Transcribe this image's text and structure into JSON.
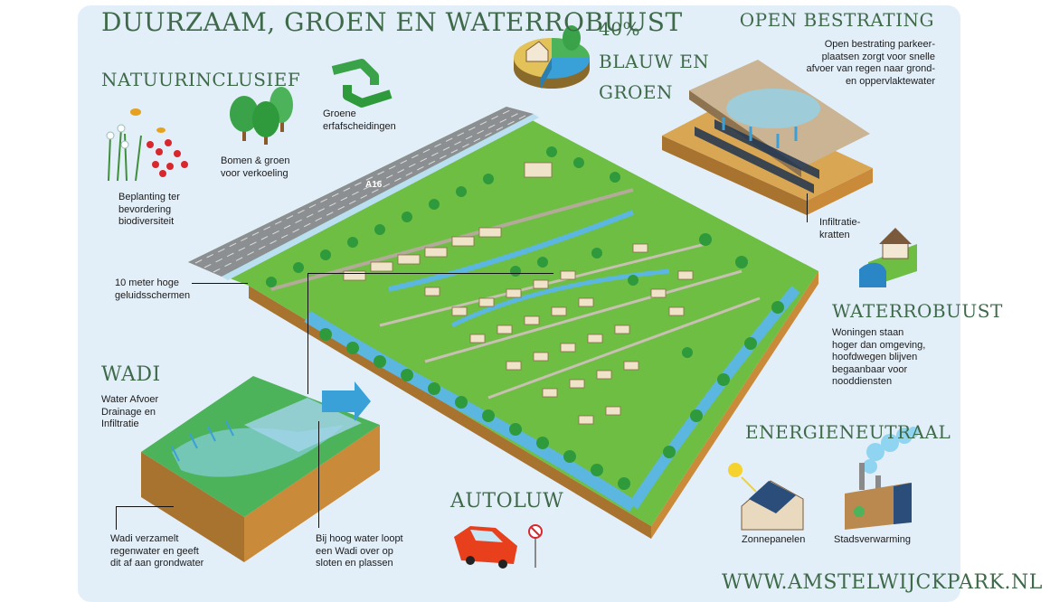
{
  "title": "Duurzaam, groen en waterrobuust",
  "stat": {
    "value": "40%",
    "line1": "blauw en",
    "line2": "groen",
    "percent": 40
  },
  "sections": {
    "natuur": {
      "heading": "Natuurinclusief",
      "beplanting": [
        "Beplanting ter",
        "bevordering",
        "biodiversiteit"
      ],
      "bomen": [
        "Bomen & groen",
        "voor verkoeling"
      ],
      "erfafscheidingen": [
        "Groene",
        "erfafscheidingen"
      ]
    },
    "bestrating": {
      "heading": "Open bestrating",
      "text": [
        "Open bestrating parkeer-",
        "plaatsen zorgt voor snelle",
        "afvoer van regen naar grond-",
        "en oppervlaktewater"
      ],
      "kratten": [
        "Infiltratie-",
        "kratten"
      ]
    },
    "waterrobuust": {
      "heading": "Waterrobuust",
      "text": [
        "Woningen staan",
        "hoger dan omgeving,",
        "hoofdwegen blijven",
        "begaanbaar voor",
        "nooddiensten"
      ]
    },
    "energie": {
      "heading": "Energieneutraal",
      "zonnepanelen": "Zonnepanelen",
      "stadsverwarming": "Stadsverwarming"
    },
    "wadi": {
      "heading": "Wadi",
      "text": [
        "Water Afvoer",
        "Drainage en",
        "Infiltratie"
      ],
      "verzamelt": [
        "Wadi verzamelt",
        "regenwater en geeft",
        "dit af aan grondwater"
      ],
      "hoogwater": [
        "Bij hoog water loopt",
        "een Wadi over op",
        "sloten en plassen"
      ]
    },
    "autoluw": {
      "heading": "Autoluw"
    },
    "schermen": [
      "10 meter hoge",
      "geluidsschermen"
    ],
    "road": "A16"
  },
  "website": "www.amstelwijckpark.nl",
  "colors": {
    "panel": "#e3eff8",
    "heading": "#3f6a4a",
    "grass": "#6fbe44",
    "water": "#5bb6e0",
    "soil": "#c98a3a"
  }
}
